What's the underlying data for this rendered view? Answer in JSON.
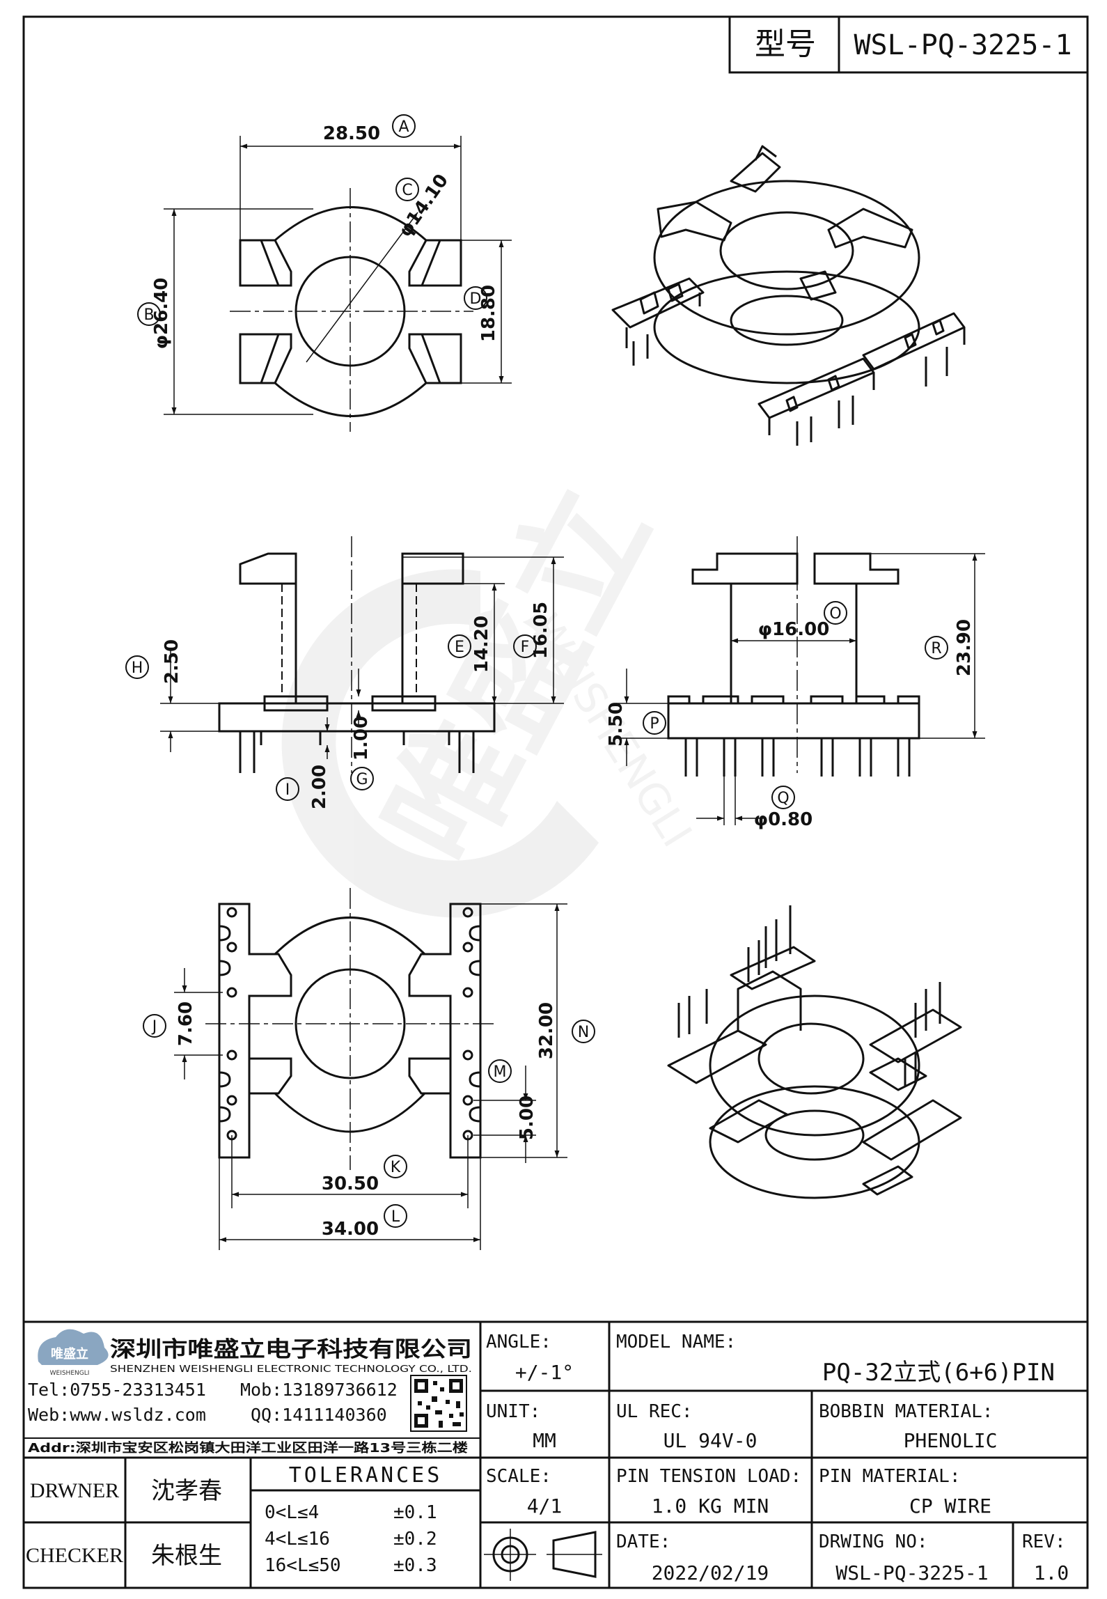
{
  "header": {
    "type_label": "型号",
    "part_number": "WSL-PQ-3225-1"
  },
  "dimensions": {
    "A": "28.50",
    "B": "φ26.40",
    "C": "φ14.10",
    "D": "18.80",
    "E": "14.20",
    "F": "16.05",
    "G": "1.00",
    "H": "2.50",
    "I": "2.00",
    "J": "7.60",
    "K": "30.50",
    "L": "34.00",
    "M": "5.00",
    "N": "32.00",
    "O": "φ16.00",
    "P": "5.50",
    "Q": "φ0.80",
    "R": "23.90"
  },
  "letters": [
    "A",
    "B",
    "C",
    "D",
    "E",
    "F",
    "G",
    "H",
    "I",
    "J",
    "K",
    "L",
    "M",
    "N",
    "O",
    "P",
    "Q",
    "R"
  ],
  "watermark": {
    "brand": "唯盛立",
    "latin": "WEISHENGLI"
  },
  "company": {
    "logo_text": "唯盛立",
    "logo_sub": "WEISHENGLI",
    "name_cn": "深圳市唯盛立电子科技有限公司",
    "name_en": "SHENZHEN WEISHENGLI ELECTRONIC TECHNOLOGY CO., LTD.",
    "tel": "Tel:0755-23313451",
    "mob": "Mob:13189736612",
    "web": "Web:www.wsldz.com",
    "qq": "QQ:1411140360",
    "addr": "Addr:深圳市宝安区松岗镇大田洋工业区田洋一路13号三栋二楼"
  },
  "title_block": {
    "angle_label": "ANGLE:",
    "angle_value": "+/-1°",
    "model_label": "MODEL NAME:",
    "model_value": "PQ-32立式(6+6)PIN",
    "unit_label": "UNIT:",
    "unit_value": "MM",
    "ul_label": "UL REC:",
    "ul_value": "UL 94V-0",
    "bobbin_label": "BOBBIN MATERIAL:",
    "bobbin_value": "PHENOLIC",
    "scale_label": "SCALE:",
    "scale_value": "4/1",
    "tension_label": "PIN TENSION LOAD:",
    "tension_value": "1.0 KG MIN",
    "pin_mat_label": "PIN MATERIAL:",
    "pin_mat_value": "CP WIRE",
    "date_label": "DATE:",
    "date_value": "2022/02/19",
    "drw_label": "DRWING NO:",
    "drw_value": "WSL-PQ-3225-1",
    "rev_label": "REV:",
    "rev_value": "1.0",
    "drawer_label": "DRWNER",
    "drawer_name": "沈孝春",
    "checker_label": "CHECKER",
    "checker_name": "朱根生",
    "tol_title": "TOLERANCES",
    "tol_rows": [
      {
        "range": "0<L≤4",
        "tol": "±0.1"
      },
      {
        "range": "4<L≤16",
        "tol": "±0.2"
      },
      {
        "range": "16<L≤50",
        "tol": "±0.3"
      }
    ]
  }
}
